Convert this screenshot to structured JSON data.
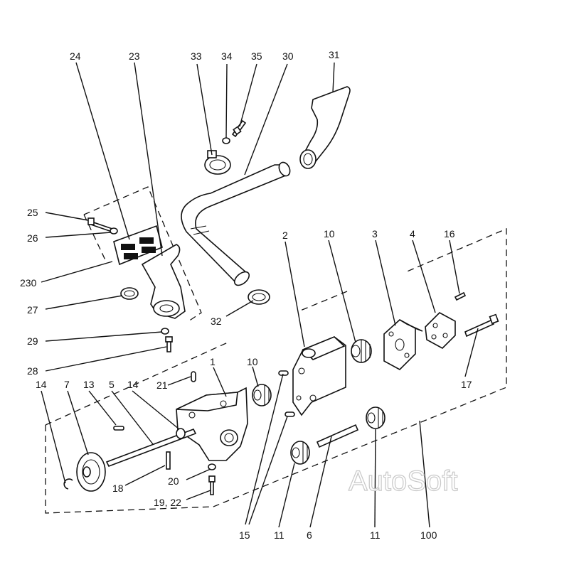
{
  "callouts": {
    "c24": "24",
    "c23": "23",
    "c33": "33",
    "c34": "34",
    "c35": "35",
    "c30": "30",
    "c31": "31",
    "c25": "25",
    "c26": "26",
    "c230": "230",
    "c27": "27",
    "c32": "32",
    "c29": "29",
    "c28": "28",
    "c2": "2",
    "c10a": "10",
    "c3": "3",
    "c4": "4",
    "c16": "16",
    "c17": "17",
    "c10b": "10",
    "c14a": "14",
    "c7": "7",
    "c13": "13",
    "c5": "5",
    "c14b": "14",
    "c21": "21",
    "c1": "1",
    "c18": "18",
    "c20": "20",
    "c1922": "19, 22",
    "c15": "15",
    "c11a": "11",
    "c6": "6",
    "c11b": "11",
    "c100": "100"
  },
  "watermark": "AutoSoft"
}
